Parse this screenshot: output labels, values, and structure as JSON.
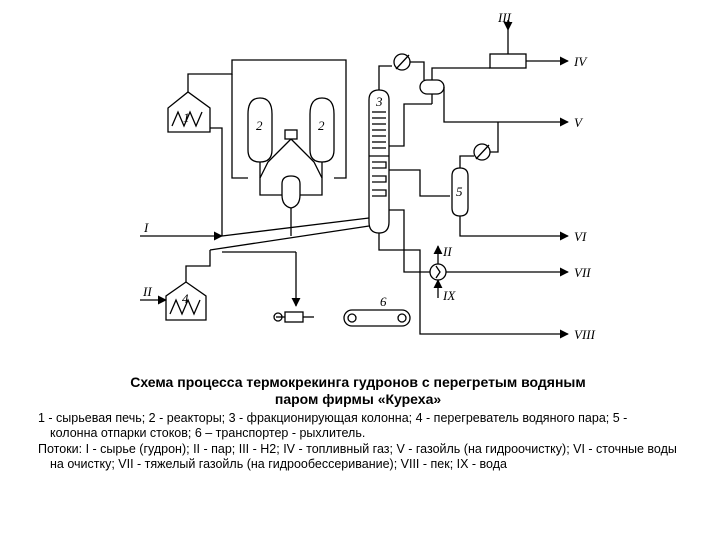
{
  "diagram": {
    "equipment_labels": [
      "1",
      "2",
      "2",
      "3",
      "4",
      "5",
      "6"
    ],
    "stream_labels": [
      "I",
      "II",
      "II",
      "III",
      "IV",
      "V",
      "VI",
      "VII",
      "VIII",
      "IX"
    ]
  },
  "caption": {
    "title_line1": "Схема процесса термокрекинга гудронов с перегретым водяным",
    "title_line2": "паром фирмы «Куреха»",
    "equipment": "1 - сырьевая печь; 2 - реакторы; 3 - фракционирующая колонна; 4 - перегреватель водяного пара; 5 - колонна отпарки стоков; 6 – транспортер - рыхлитель.",
    "streams": "Потоки: I - сырье (гудрон); II - пар; III - H2; IV - топливный газ; V - газойль (на гидроочистку); VI - сточные воды на очистку; VII - тяжелый газойль (на гидрообессеривание); VIII - пек; IX - вода"
  }
}
